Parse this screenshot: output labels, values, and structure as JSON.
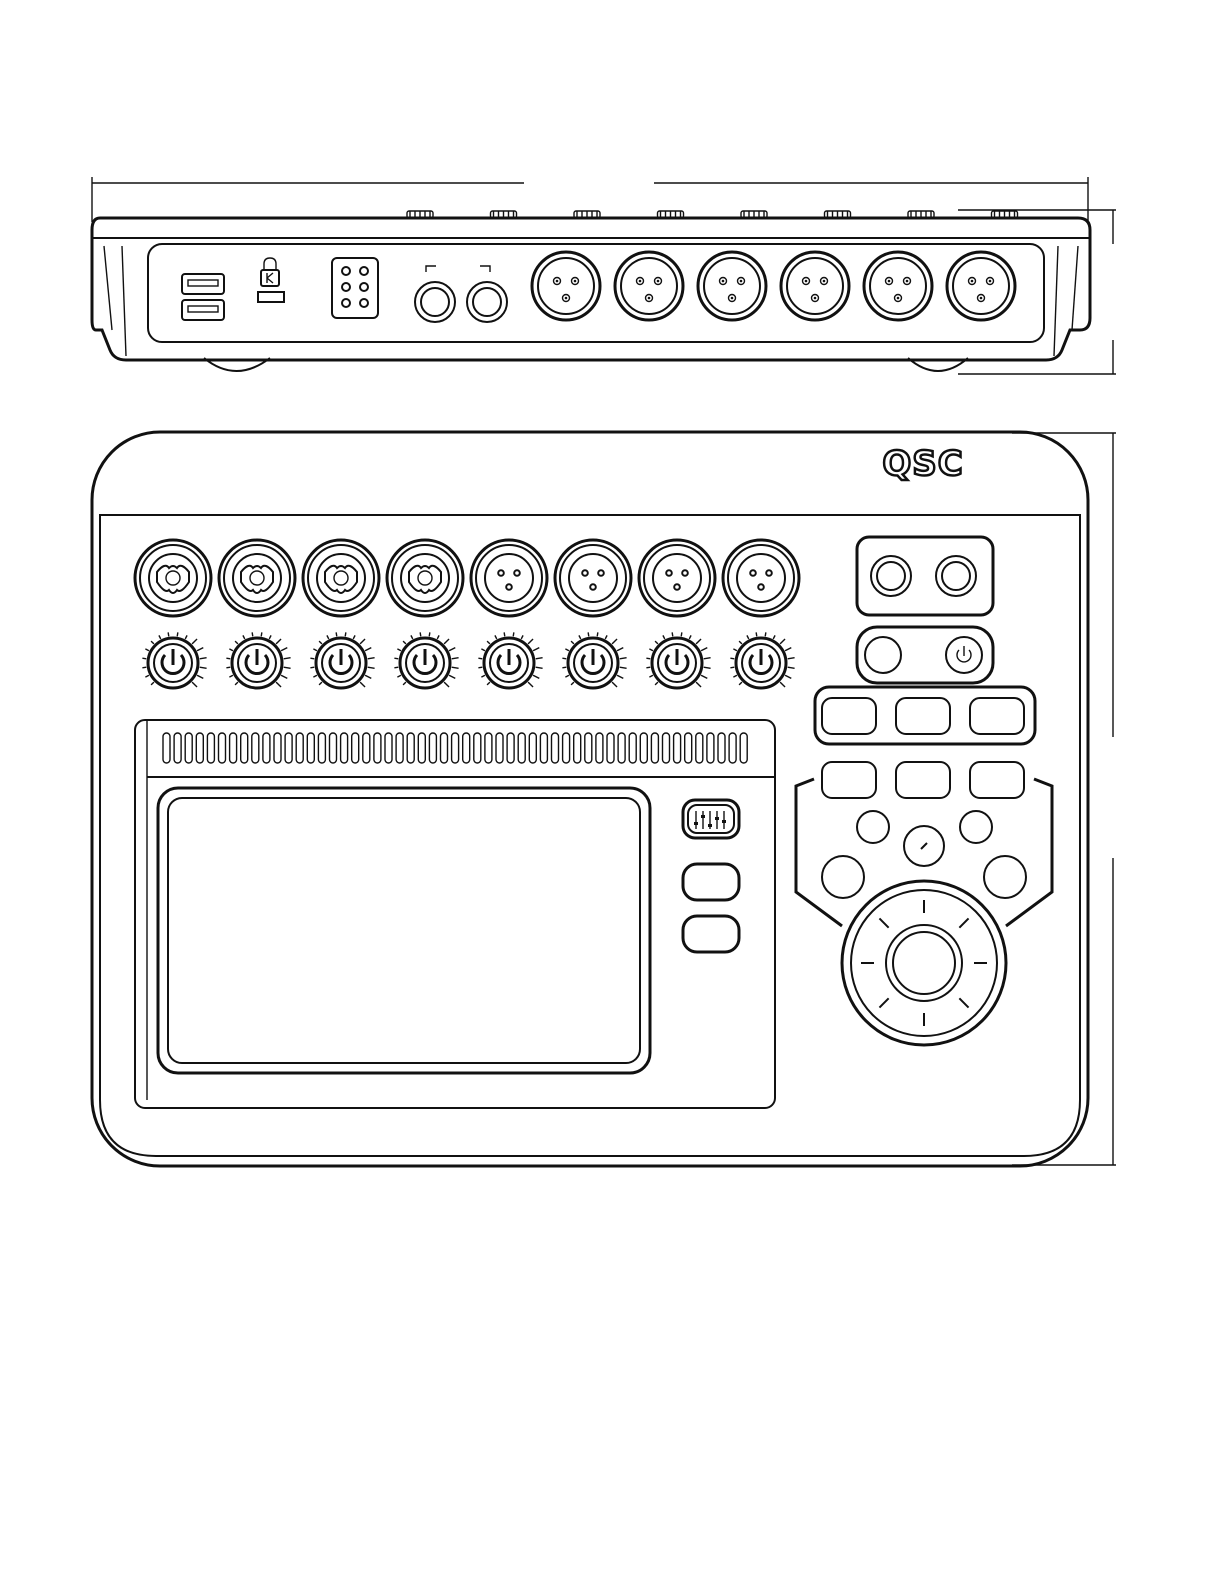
{
  "brand": {
    "logo_text": "QSC"
  },
  "rear_panel": {
    "usb_ports": 2,
    "xlr_outputs": 6,
    "quarter_inch_outputs": 2,
    "power_pins": 6,
    "security_slot_icon": "kensington-lock-icon"
  },
  "top_panel": {
    "combo_inputs": 4,
    "xlr_inputs": 4,
    "gain_knobs": 8,
    "headphone_jacks": 2,
    "power_button_icon": "power-icon",
    "mixer_button_icon": "mixer-faders-icon",
    "mode_buttons_upper": 3,
    "mode_buttons_lower": 3,
    "vent_slots": 53
  },
  "dimension_lines": [
    "width",
    "depth",
    "height"
  ]
}
